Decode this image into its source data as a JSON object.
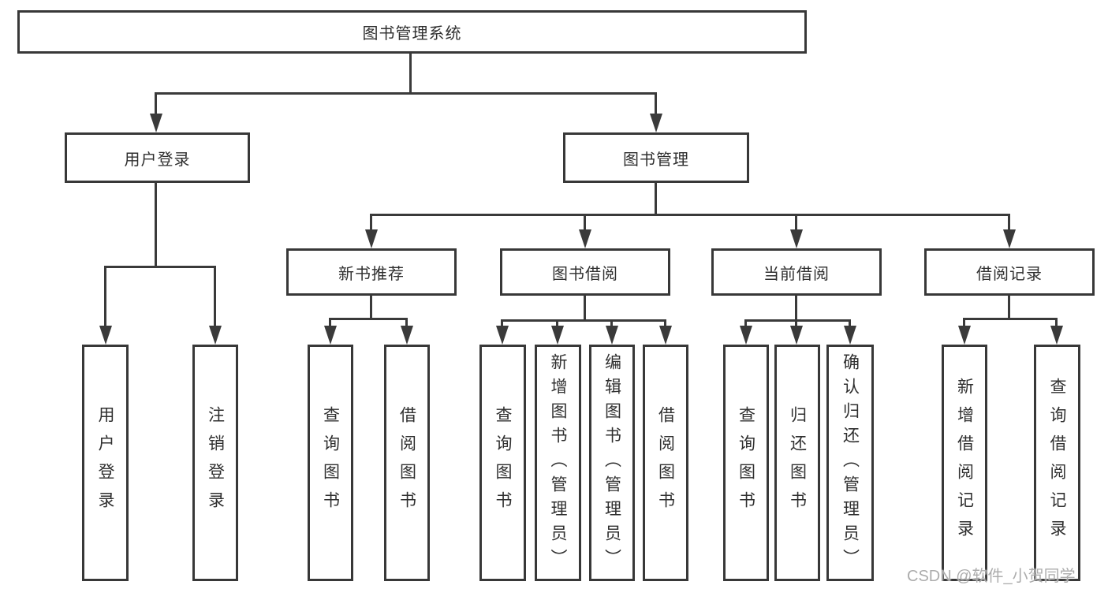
{
  "diagram": {
    "root": "图书管理系统",
    "user_login": {
      "label": "用户登录",
      "children": [
        "用户登录",
        "注销登录"
      ]
    },
    "book_mgmt": {
      "label": "图书管理",
      "groups": [
        {
          "label": "新书推荐",
          "children": [
            "查询图书",
            "借阅图书"
          ]
        },
        {
          "label": "图书借阅",
          "children": [
            "查询图书",
            "新增图书（管理员）",
            "编辑图书（管理员）",
            "借阅图书"
          ]
        },
        {
          "label": "当前借阅",
          "children": [
            "查询图书",
            "归还图书",
            "确认归还（管理员）"
          ]
        },
        {
          "label": "借阅记录",
          "children": [
            "新增借阅记录",
            "查询借阅记录"
          ]
        }
      ]
    }
  },
  "watermark": "CSDN @软件_小贺同学",
  "colors": {
    "line": "#3a3a3a",
    "box_border": "#383838",
    "text": "#2f2f2f",
    "watermark": "#a8a8a8",
    "background": "#ffffff"
  }
}
